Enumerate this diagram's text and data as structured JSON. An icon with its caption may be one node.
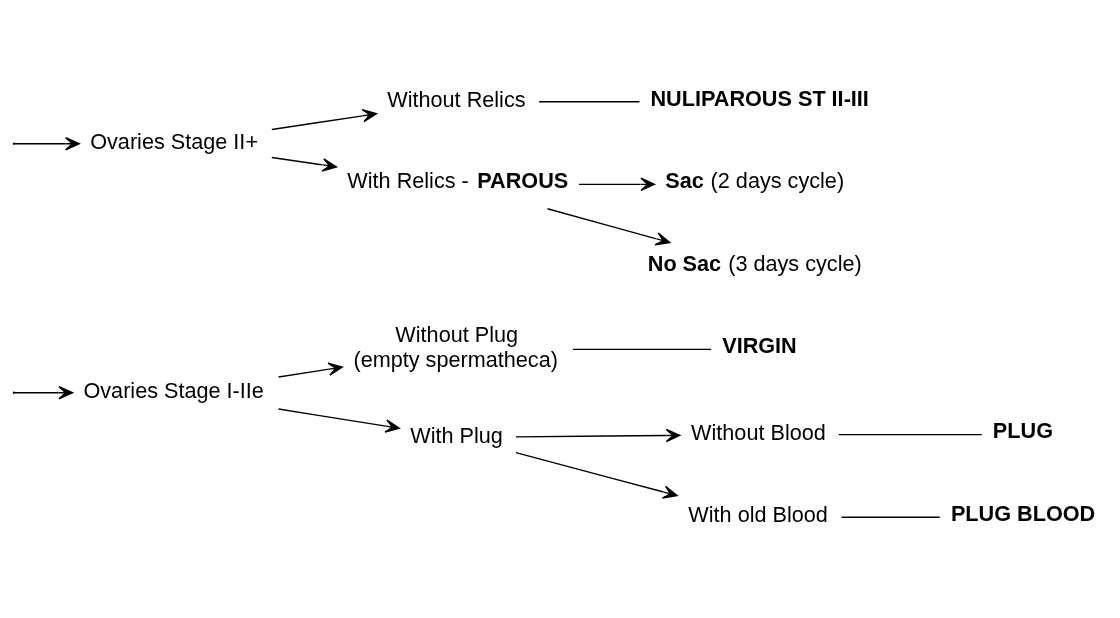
{
  "diagram": {
    "nodes": [
      {
        "text": [
          "Ovaries Stage I-IIe"
        ]
      },
      {
        "text": [
          "Without Plug",
          "(empty spermatheca)"
        ]
      },
      {
        "text": [
          "VIRGIN"
        ]
      },
      {
        "text": [
          "With Plug"
        ]
      },
      {
        "text": [
          "Without Blood"
        ]
      },
      {
        "text": [
          "PLUG"
        ]
      },
      {
        "text": [
          "With old Blood"
        ]
      },
      {
        "text": [
          "PLUG BLOOD"
        ]
      },
      {
        "text": [
          "Ovaries Stage II+"
        ]
      },
      {
        "text": [
          "Without Relics"
        ]
      },
      {
        "text": [
          "NULIPAROUS ST II-III"
        ]
      },
      {
        "text": [
          "With Relics - **PAROUS**"
        ]
      },
      {
        "text": [
          "**Sac**  (2 days cycle)"
        ]
      },
      {
        "text": [
          "**No Sac**  (3 days cycle)"
        ]
      }
    ],
    "edges": [
      {
        "from": null,
        "to": 0,
        "arrow": "to"
      },
      {
        "from": null,
        "to": 8,
        "arrow": "to"
      },
      {
        "from": 0,
        "to": 1,
        "arrow": "to"
      },
      {
        "from": 0,
        "to": 3,
        "arrow": "to"
      },
      {
        "from": 1,
        "to": 2,
        "arrow": "none"
      },
      {
        "from": 3,
        "to": 4,
        "arrow": "to"
      },
      {
        "from": 3,
        "to": 6,
        "arrow": "to"
      },
      {
        "from": 4,
        "to": 5,
        "arrow": "none"
      },
      {
        "from": 6,
        "to": 7,
        "arrow": "none"
      },
      {
        "from": 8,
        "to": 9,
        "arrow": "to"
      },
      {
        "from": 8,
        "to": 11,
        "arrow": "to"
      },
      {
        "from": 9,
        "to": 10,
        "arrow": "none"
      },
      {
        "from": 11,
        "to": 12,
        "arrow": "to"
      },
      {
        "from": 11,
        "to": 13,
        "arrow": "to"
      }
    ]
  }
}
